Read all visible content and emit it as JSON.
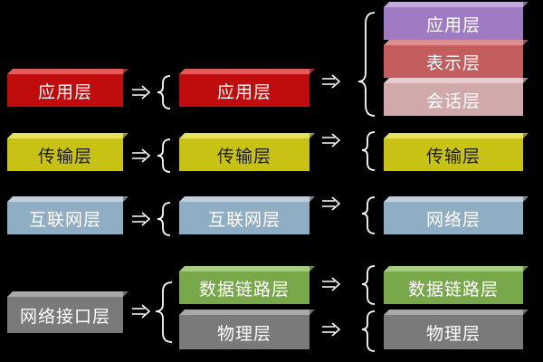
{
  "tcpip_layers": [
    {
      "label": "应用层",
      "color": "#c00c0c"
    },
    {
      "label": "传输层",
      "color": "#c7c214"
    },
    {
      "label": "互联网层",
      "color": "#8fadc3"
    },
    {
      "label": "网络接口层",
      "color": "#7a7a7a"
    }
  ],
  "middle_layers": [
    {
      "label": "应用层",
      "color": "#c00c0c"
    },
    {
      "label": "传输层",
      "color": "#c7c214"
    },
    {
      "label": "互联网层",
      "color": "#8fadc3"
    },
    {
      "label": "数据链路层",
      "color": "#78a84a"
    },
    {
      "label": "物理层",
      "color": "#7a7a7a"
    }
  ],
  "osi_layers": [
    {
      "label": "应用层",
      "color": "#9f7bc3"
    },
    {
      "label": "表示层",
      "color": "#c45d5d"
    },
    {
      "label": "会话层",
      "color": "#d2a9aa"
    },
    {
      "label": "传输层",
      "color": "#c7c214"
    },
    {
      "label": "网络层",
      "color": "#8fadc3"
    },
    {
      "label": "数据链路层",
      "color": "#78a84a"
    },
    {
      "label": "物理层",
      "color": "#7a7a7a"
    }
  ]
}
